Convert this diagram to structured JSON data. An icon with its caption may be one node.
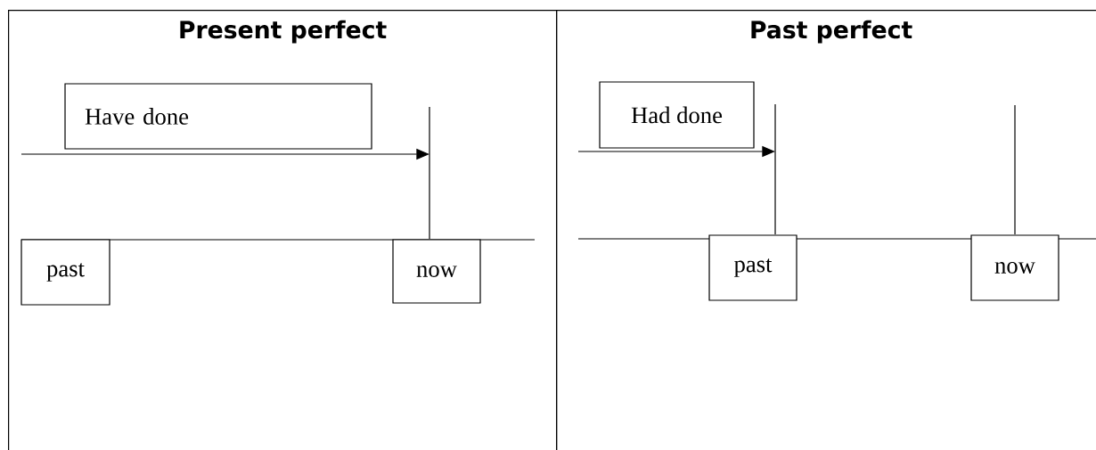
{
  "diagram": {
    "nodes": [
      {
        "text": [
          "Present perfect"
        ]
      },
      {
        "text": [
          "Have done"
        ],
        "in": 0
      },
      {
        "text": [],
        "shape": "bar",
        "in": 0
      },
      {
        "text": [
          "past"
        ],
        "in": 0
      },
      {
        "text": [
          "now"
        ],
        "in": 0
      },
      {
        "text": [
          "Past perfect"
        ]
      },
      {
        "text": [
          "Had done"
        ],
        "in": 5
      },
      {
        "text": [],
        "shape": "bar",
        "in": 5
      },
      {
        "text": [],
        "shape": "bar",
        "in": 5
      },
      {
        "text": [
          "past"
        ],
        "in": 5
      },
      {
        "text": [
          "now"
        ],
        "in": 5
      }
    ],
    "edges": [
      {
        "from": null,
        "to": 2,
        "arrow": "to"
      },
      {
        "from": null,
        "to": 7,
        "arrow": "to"
      }
    ]
  }
}
